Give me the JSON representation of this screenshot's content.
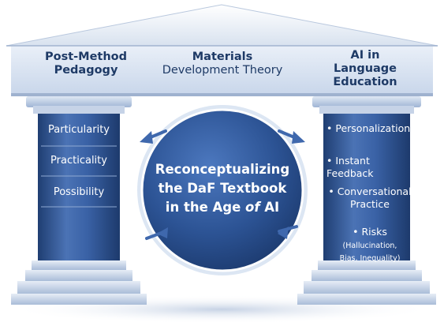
{
  "pediment": {
    "left": {
      "line1": "Post-Method",
      "line2": "Pedagogy"
    },
    "center": {
      "line1": "Materials",
      "line2": "Development Theory"
    },
    "right": {
      "line1": "AI in",
      "line2": "Language",
      "line3": "Education"
    }
  },
  "left_pillar": {
    "items": [
      "Particularity",
      "Practicality",
      "Possibility"
    ]
  },
  "right_pillar": {
    "items": [
      {
        "text": "Personalization"
      },
      {
        "text": "Instant Feedback"
      },
      {
        "line1": "Conversational",
        "line2": "Practice"
      },
      {
        "main": "Risks",
        "paren1": "(Hallucination,",
        "paren2": "Bias, Inequality)"
      }
    ]
  },
  "center": {
    "line1": "Reconceptualizing",
    "line2": "the DaF Textbook",
    "line3_pre": "in the Age ",
    "line3_of": "of",
    "line3_post": " AI"
  },
  "colors": {
    "navy": "#1e3a66",
    "blue": "#3a5f9c",
    "light": "#dfe7f2"
  }
}
